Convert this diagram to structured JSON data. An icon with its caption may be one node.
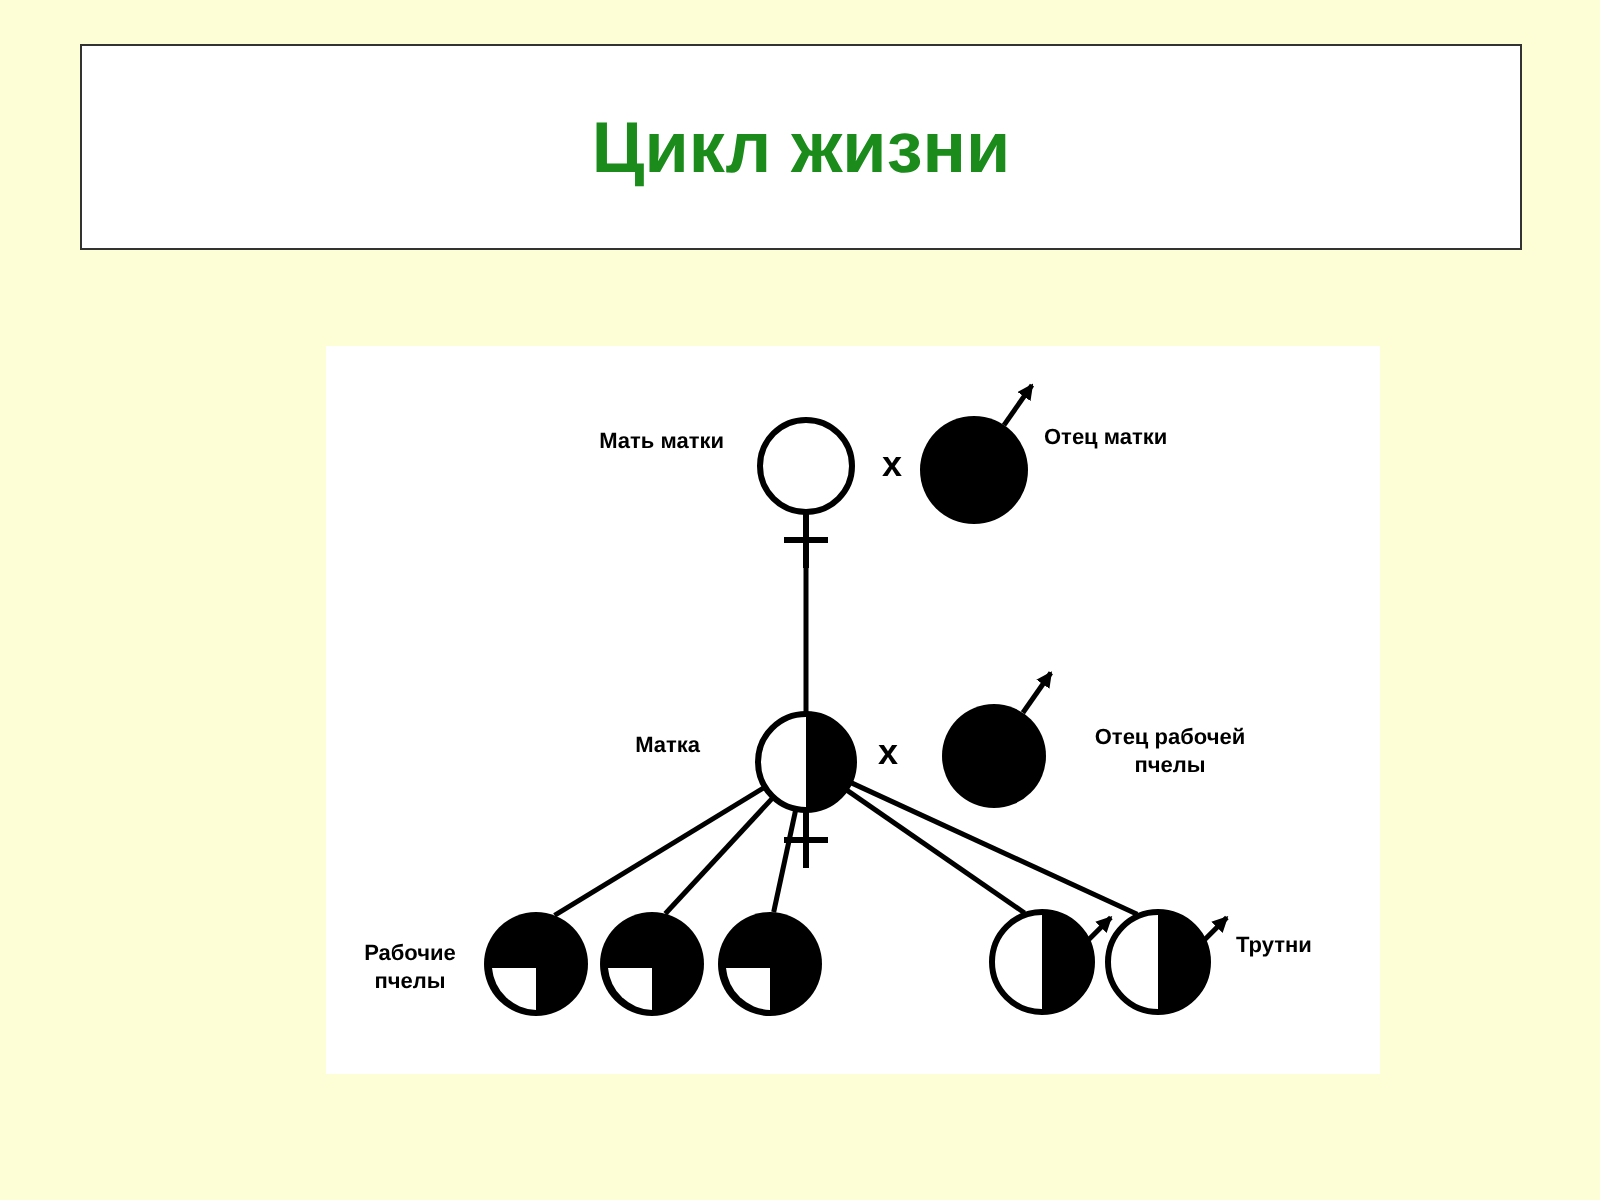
{
  "diagram": {
    "title": "Цикл жизни",
    "nodes": [
      {
        "text": [],
        "shape": "circle",
        "beside": [
          "Мать матки"
        ]
      },
      {
        "text": [],
        "shape": "circle",
        "beside": [
          "Отец матки"
        ]
      },
      {
        "text": [],
        "shape": "circle",
        "beside": [
          "Матка"
        ]
      },
      {
        "text": [],
        "shape": "circle",
        "beside": [
          "Отец рабочей пчелы"
        ]
      },
      {
        "text": [],
        "shape": "circle",
        "beside": [
          "Рабочие пчелы"
        ]
      },
      {
        "text": [],
        "shape": "circle"
      },
      {
        "text": [],
        "shape": "circle"
      },
      {
        "text": [],
        "shape": "circle"
      },
      {
        "text": [],
        "shape": "circle",
        "beside": [
          "Трутни"
        ]
      }
    ],
    "edges": [
      {
        "from": 0,
        "to": 2,
        "arrow": "none"
      },
      {
        "from": 2,
        "to": 4,
        "arrow": "none"
      },
      {
        "from": 2,
        "to": 5,
        "arrow": "none"
      },
      {
        "from": 2,
        "to": 6,
        "arrow": "none"
      },
      {
        "from": 2,
        "to": 7,
        "arrow": "none"
      },
      {
        "from": 2,
        "to": 8,
        "arrow": "none"
      }
    ],
    "labels": [
      "х",
      "х"
    ]
  }
}
